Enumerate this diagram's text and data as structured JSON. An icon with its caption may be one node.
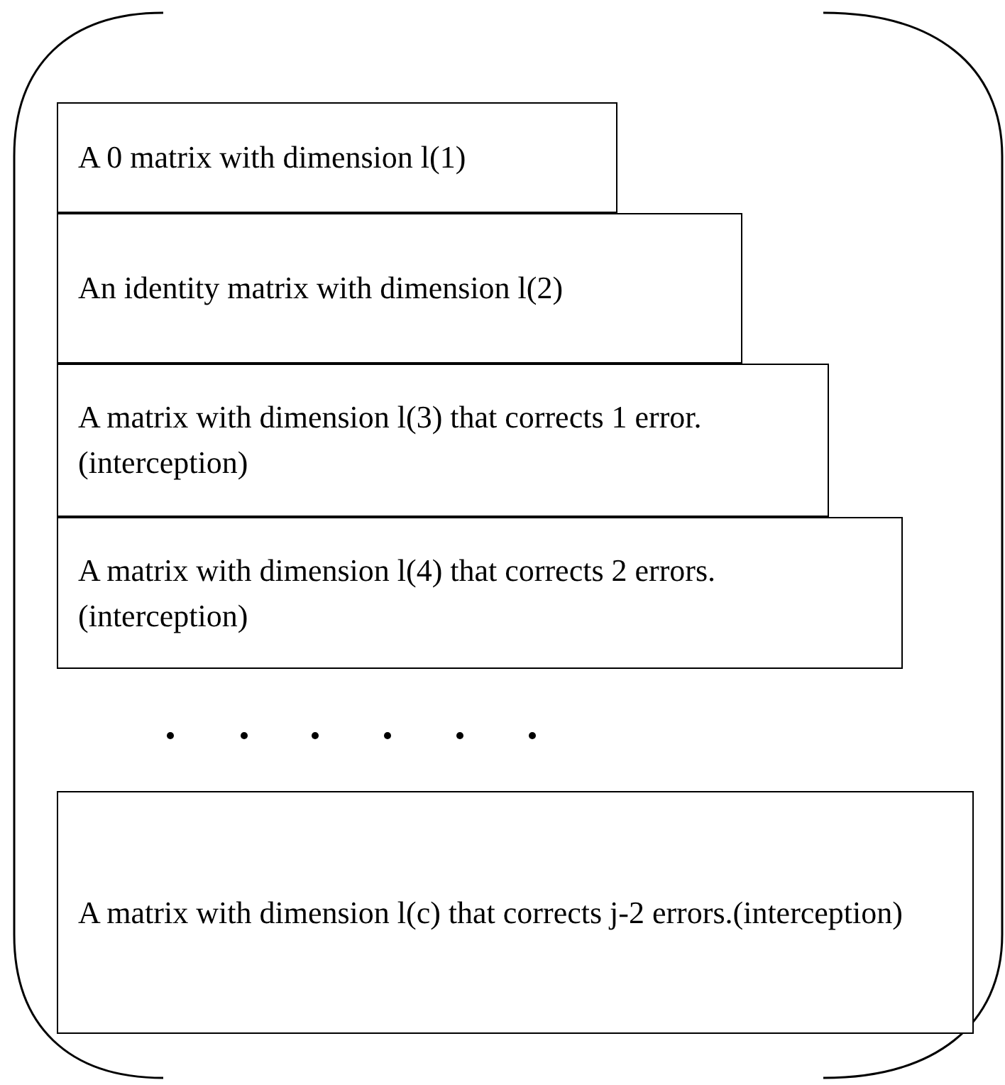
{
  "diagram": {
    "nodes": [
      {
        "text": [],
        "shape": "box"
      },
      {
        "text": [
          "A 0 matrix with dimension l(1)"
        ],
        "in": 0
      },
      {
        "text": [
          "An identity matrix with dimension l(2)"
        ],
        "in": 0
      },
      {
        "text": [
          "A matrix with dimension l(3) that corrects 1 error.(interception)"
        ],
        "in": 0
      },
      {
        "text": [
          "A matrix with dimension l(4) that corrects 2 errors.(interception)"
        ],
        "in": 0
      },
      {
        "text": [
          "A matrix with dimension l(c) that corrects j-2 errors.(interception)"
        ],
        "in": 0
      }
    ]
  }
}
